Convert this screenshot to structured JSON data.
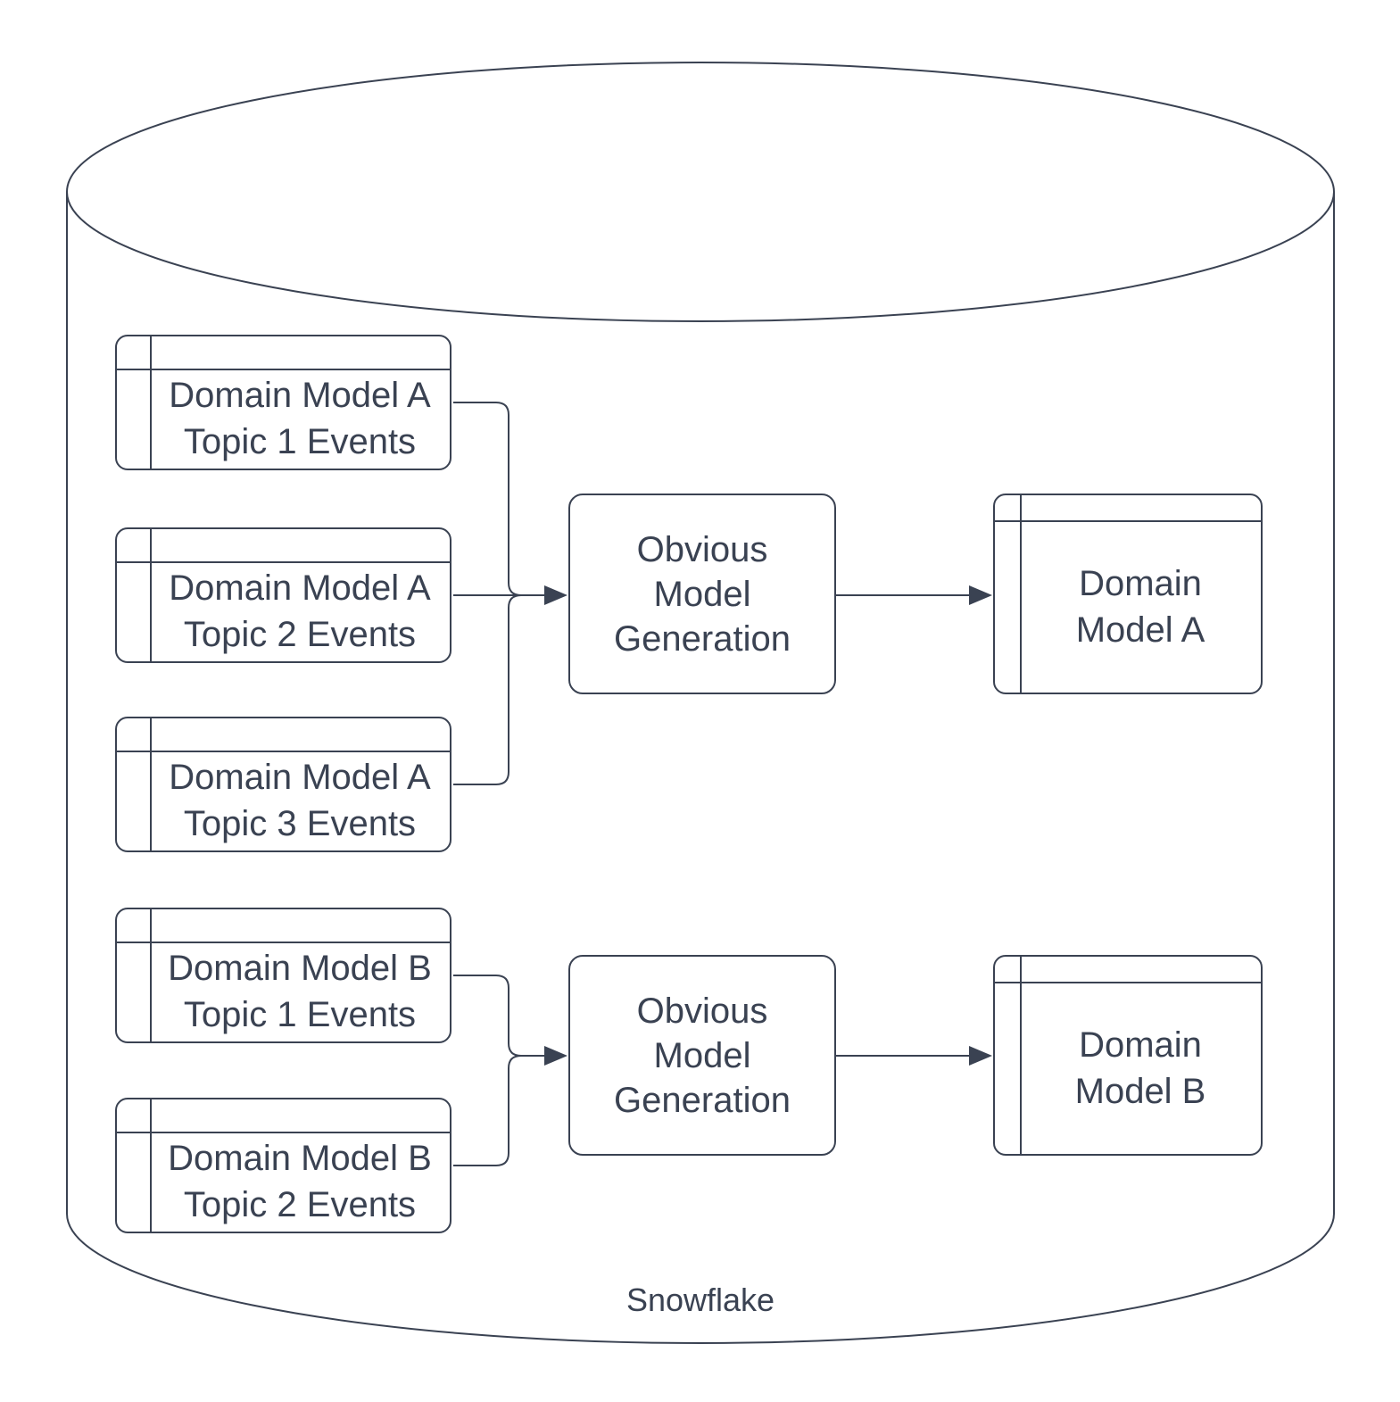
{
  "diagram": {
    "container": {
      "shape": "cylinder",
      "label": "Snowflake"
    },
    "colors": {
      "stroke": "#3a4252",
      "text": "#3a4252",
      "shape_fill": "#ffffff",
      "background": "#ffffff"
    },
    "groups": [
      {
        "id": "A",
        "sources": [
          {
            "lines": [
              "Domain Model A",
              "Topic 1 Events"
            ]
          },
          {
            "lines": [
              "Domain Model A",
              "Topic 2 Events"
            ]
          },
          {
            "lines": [
              "Domain Model A",
              "Topic 3 Events"
            ]
          }
        ],
        "process": {
          "lines": [
            "Obvious",
            "Model",
            "Generation"
          ]
        },
        "output": {
          "lines": [
            "Domain",
            "Model A"
          ]
        }
      },
      {
        "id": "B",
        "sources": [
          {
            "lines": [
              "Domain Model B",
              "Topic 1 Events"
            ]
          },
          {
            "lines": [
              "Domain Model B",
              "Topic 2 Events"
            ]
          }
        ],
        "process": {
          "lines": [
            "Obvious",
            "Model",
            "Generation"
          ]
        },
        "output": {
          "lines": [
            "Domain",
            "Model B"
          ]
        }
      }
    ]
  }
}
